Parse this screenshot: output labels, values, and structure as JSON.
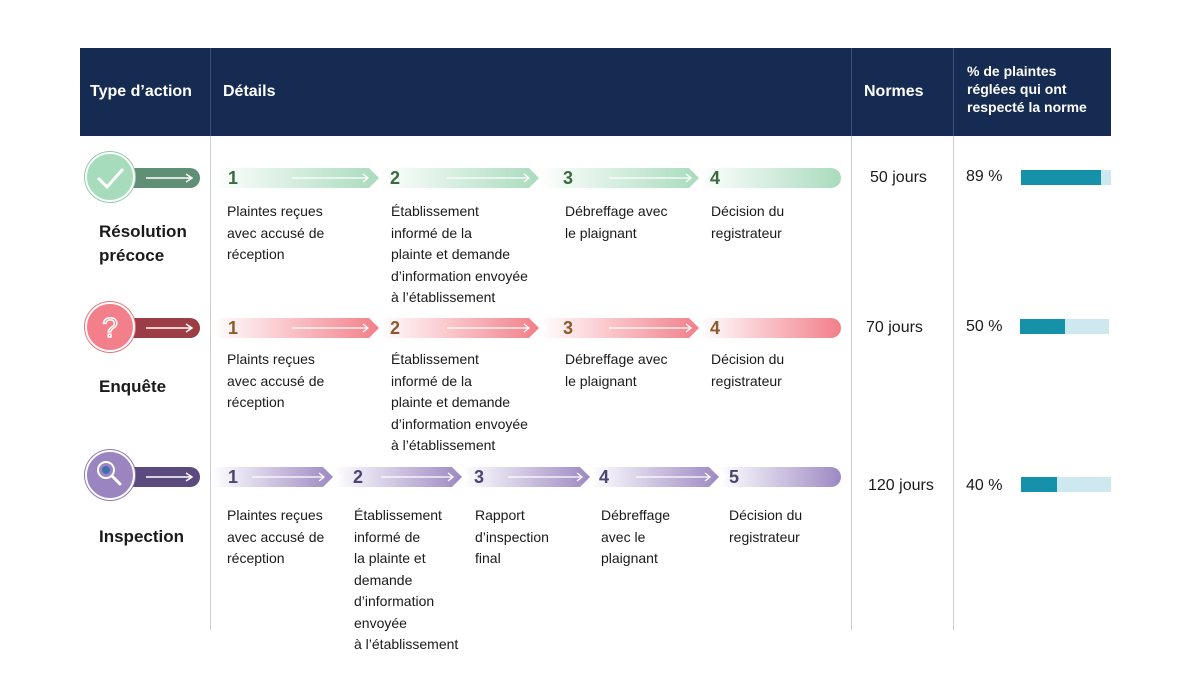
{
  "header": {
    "type_action": "Type d’action",
    "details": "Détails",
    "normes": "Normes",
    "pct_line1": "% de plaintes",
    "pct_line2": "réglées qui ont",
    "pct_line3": "respecté la norme"
  },
  "rows": [
    {
      "label_line1": "Résolution",
      "label_line2": "précoce",
      "icon": "checkmark-icon",
      "color": "#78b591",
      "steps": [
        {
          "num": "1",
          "desc": [
            "Plaintes reçues",
            "avec accusé de",
            "réception"
          ]
        },
        {
          "num": "2",
          "desc": [
            "Établissement",
            "informé de la",
            "plainte et demande",
            "d’information envoyée",
            "à l’établissement"
          ]
        },
        {
          "num": "3",
          "desc": [
            "Débreffage avec",
            "le plaignant"
          ]
        },
        {
          "num": "4",
          "desc": [
            "Décision du",
            "registrateur"
          ]
        }
      ],
      "norm": "50 jours",
      "pct_label": "89 %",
      "pct_value": 0.89
    },
    {
      "label_line1": "Enquête",
      "label_line2": "",
      "icon": "question-mark-icon",
      "color": "#ee6f7a",
      "steps": [
        {
          "num": "1",
          "desc": [
            "Plaints reçues",
            "avec accusé de",
            "réception"
          ]
        },
        {
          "num": "2",
          "desc": [
            "Établissement",
            "informé de la",
            "plainte et demande",
            "d’information envoyée",
            "à l’établissement"
          ]
        },
        {
          "num": "3",
          "desc": [
            "Débreffage avec",
            "le plaignant"
          ]
        },
        {
          "num": "4",
          "desc": [
            "Décision du",
            "registrateur"
          ]
        }
      ],
      "norm": "70 jours",
      "pct_label": "50 %",
      "pct_value": 0.5
    },
    {
      "label_line1": "Inspection",
      "label_line2": "",
      "icon": "magnifier-icon",
      "color": "#8d77b5",
      "steps": [
        {
          "num": "1",
          "desc": [
            "Plaintes reçues",
            "avec accusé de",
            "réception"
          ]
        },
        {
          "num": "2",
          "desc": [
            "Établissement",
            "informé de",
            "la plainte et",
            "demande",
            "d’information",
            "envoyée",
            "à l’établissement"
          ]
        },
        {
          "num": "3",
          "desc": [
            "Rapport",
            "d’inspection",
            "final"
          ]
        },
        {
          "num": "4",
          "desc": [
            "Débreffage",
            "avec le",
            "plaignant"
          ]
        },
        {
          "num": "5",
          "desc": [
            "Décision du",
            "registrateur"
          ]
        }
      ],
      "norm": "120 jours",
      "pct_label": "40 %",
      "pct_value": 0.4
    }
  ]
}
